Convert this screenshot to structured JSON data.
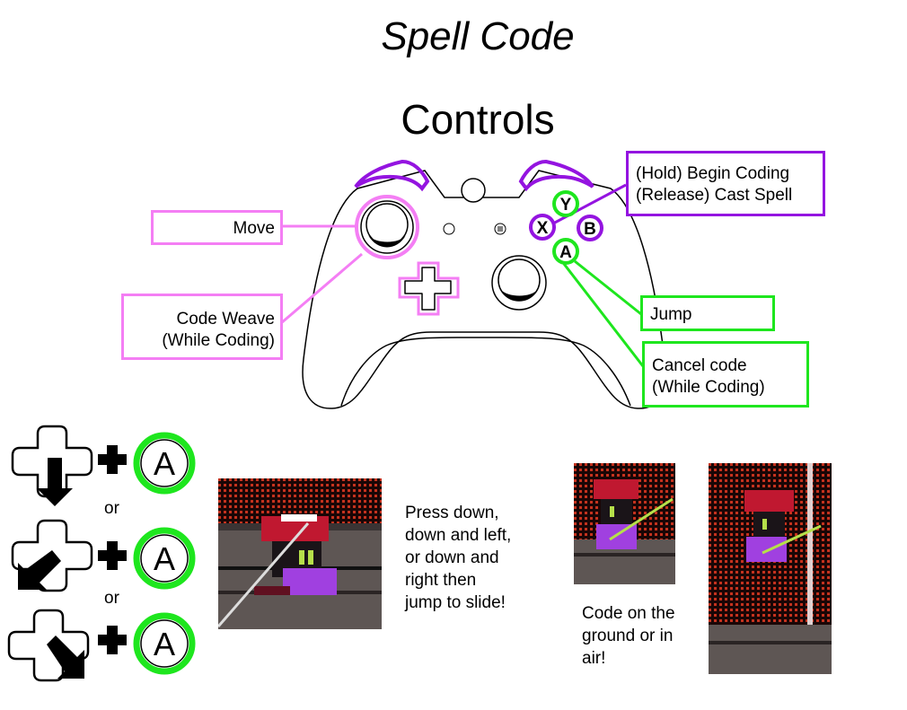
{
  "title": "Spell Code",
  "subtitle": "Controls",
  "callouts": {
    "move": "Move",
    "code_weave_1": "Code Weave",
    "code_weave_2": "(While Coding)",
    "hold_begin": "(Hold) Begin Coding",
    "release_cast": "(Release) Cast Spell",
    "jump": "Jump",
    "cancel_1": "Cancel code",
    "cancel_2": "(While Coding)"
  },
  "buttons": {
    "y": "Y",
    "x": "X",
    "b": "B",
    "a": "A"
  },
  "combo": {
    "plus": "+",
    "or": "or",
    "a": "A"
  },
  "slide_text": [
    "Press down,",
    "down and left,",
    "or down and",
    "right then",
    "jump to slide!"
  ],
  "air_text": [
    "Code on the",
    "ground or in",
    "air!"
  ],
  "colors": {
    "pink": "#f47ef4",
    "purple": "#9414e0",
    "green": "#1ee61e"
  }
}
